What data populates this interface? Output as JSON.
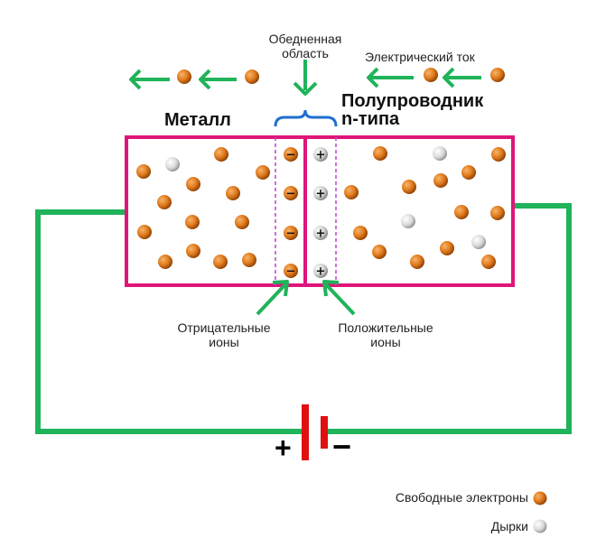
{
  "labels": {
    "depletion_line1": "Обедненная",
    "depletion_line2": "область",
    "current": "Электрический ток",
    "metal": "Металл",
    "semi_line1": "Полупроводник",
    "semi_line2": "n-типа",
    "neg_ions_line1": "Отрицательные",
    "neg_ions_line2": "ионы",
    "pos_ions_line1": "Положительные",
    "pos_ions_line2": "ионы",
    "plus": "+",
    "minus": "−",
    "neg_sign": "−",
    "pos_sign": "+"
  },
  "legend": {
    "electrons": "Свободные электроны",
    "holes": "Дырки"
  },
  "colors": {
    "electron": "#e07a1c",
    "hole": "#d9d9d9",
    "box": "#e0157a",
    "wire": "#1fb35a",
    "arrow": "#1fb35a",
    "bracket": "#1f6fd1",
    "battery": "#e01010"
  }
}
